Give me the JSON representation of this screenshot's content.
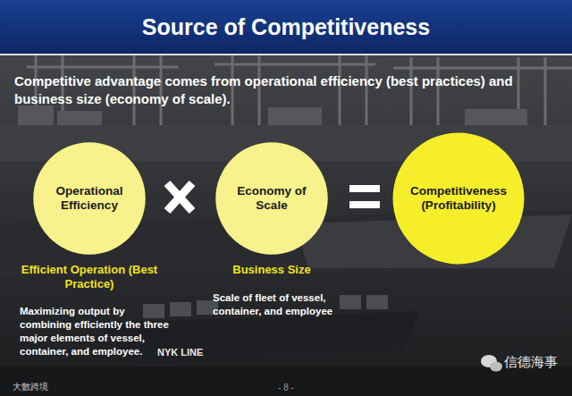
{
  "diagram": {
    "title": "Source of Competitiveness",
    "nodes": [
      {
        "text": [
          "Operational Efficiency",
          "Efficient Operation (Best Practice)",
          "Maximizing output by combining efficiently the three major elements of vessel, container, and employee."
        ]
      },
      {
        "text": [
          "Economy of Scale",
          "Business Size",
          "Scale of fleet of vessel, container, and employee"
        ]
      },
      {
        "text": [
          "Competitiveness (Profitability)"
        ]
      }
    ],
    "labels": [
      "Competitive advantage comes from operational efficiency (best practices) and business size (economy of scale).",
      "NYK LINE",
      "信德海事",
      "大數跨境",
      "- 8 -"
    ]
  }
}
